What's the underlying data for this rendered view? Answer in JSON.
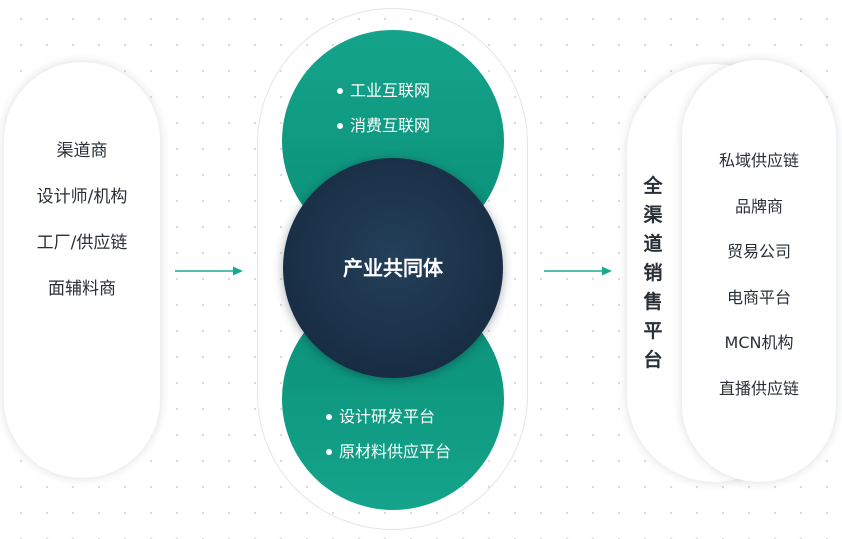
{
  "left_list": [
    "渠道商",
    "设计师/机构",
    "工厂/供应链",
    "面辅料商"
  ],
  "center": {
    "core_label": "产业共同体",
    "top_items": [
      "工业互联网",
      "消费互联网"
    ],
    "bottom_items": [
      "设计研发平台",
      "原材料供应平台"
    ]
  },
  "right_title": [
    "全",
    "渠",
    "道",
    "销",
    "售",
    "平",
    "台"
  ],
  "right_list": [
    "私域供应链",
    "品牌商",
    "贸易公司",
    "电商平台",
    "MCN机构",
    "直播供应链"
  ],
  "colors": {
    "teal": "#14a48b",
    "navy": "#1a3047",
    "arrow": "#1aa88f",
    "text": "#2a2f36"
  }
}
